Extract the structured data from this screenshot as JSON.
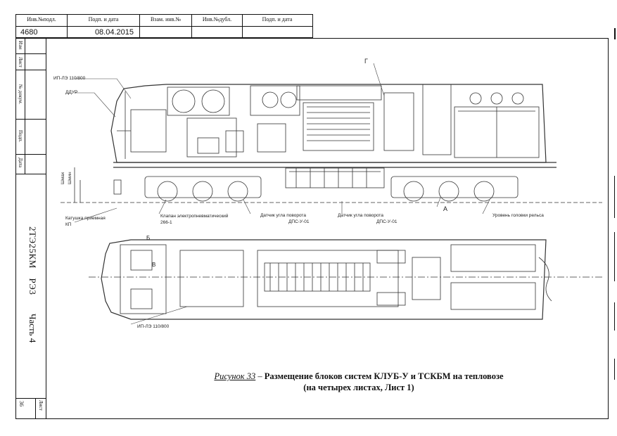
{
  "stamp": {
    "headers": [
      "Инв.№подл.",
      "Подп. и дата",
      "Взам. инв.№",
      "Инв.№дубл.",
      "Подп. и дата"
    ],
    "values": [
      "4680",
      "08.04.2015",
      "",
      "",
      ""
    ]
  },
  "side": {
    "labels": [
      "Изм",
      "Лист",
      "№ докум.",
      "Подп.",
      "Дата"
    ],
    "doc_code": "2ТЭ25КМ РЭ3",
    "part": "Часть 4",
    "sheet_label": "Лист",
    "sheet_number": "36"
  },
  "diagram": {
    "labels": {
      "ip1": "ИП-ЛЭ 110/800",
      "ddur": "ДДУР",
      "g": "Г",
      "a": "А",
      "b": "Б",
      "v": "В",
      "katushka_1": "Катушка приемная",
      "katushka_2": "КП",
      "klapan_1": "Клапан электропневматический",
      "klapan_2": "266-1",
      "dat1_1": "Датчик угла поворота",
      "dat1_2": "ДПС-У-01",
      "dat2_1": "Датчик угла поворота",
      "dat2_2": "ДПС-У-01",
      "rail": "Уровень головки рельса",
      "ip2": "ИП-ЛЭ 110/800",
      "dim1": "Шмах",
      "dim2": "Шмин"
    }
  },
  "caption": {
    "figure_ref": "Рисунок 33",
    "dash": " – ",
    "line1": "Размещение блоков систем КЛУБ-У и ТСКБМ на тепловозе",
    "line2": "(на четырех листах, Лист 1)"
  }
}
